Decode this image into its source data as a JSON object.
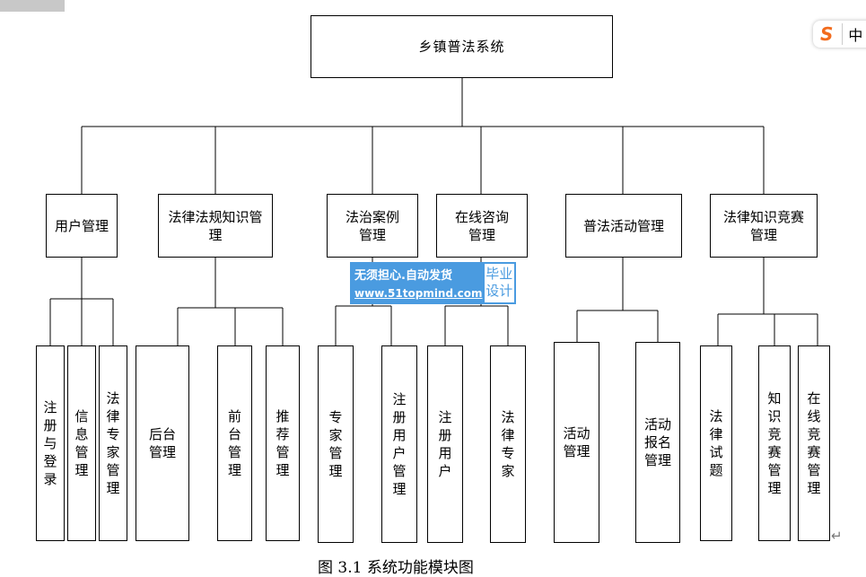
{
  "root": "乡镇普法系统",
  "modules": [
    {
      "label": "用户管理",
      "children": [
        "注册与登录",
        "信息管理",
        "法律专家管理"
      ]
    },
    {
      "label": "法律法规知识管理",
      "children": [
        "后台管理",
        "前台管理",
        "推荐管理"
      ]
    },
    {
      "label": "法治案例管理",
      "children": [
        "专家管理",
        "注册用户管理"
      ]
    },
    {
      "label": "在线咨询管理",
      "children": [
        "注册用户",
        "法律专家"
      ]
    },
    {
      "label": "普法活动管理",
      "children": [
        "活动管理",
        "活动报名管理"
      ]
    },
    {
      "label": "法律知识竞赛管理",
      "children": [
        "法律试题",
        "知识竞赛管理",
        "在线竞赛管理"
      ]
    }
  ],
  "watermark": {
    "line1": "无须担心.自动发货",
    "line2": "www.51topmind.com",
    "badge": "毕业设计"
  },
  "caption": "图 3.1  系统功能模块图",
  "ime": {
    "logo": "S",
    "mode": "中"
  },
  "return_mark": "↵"
}
